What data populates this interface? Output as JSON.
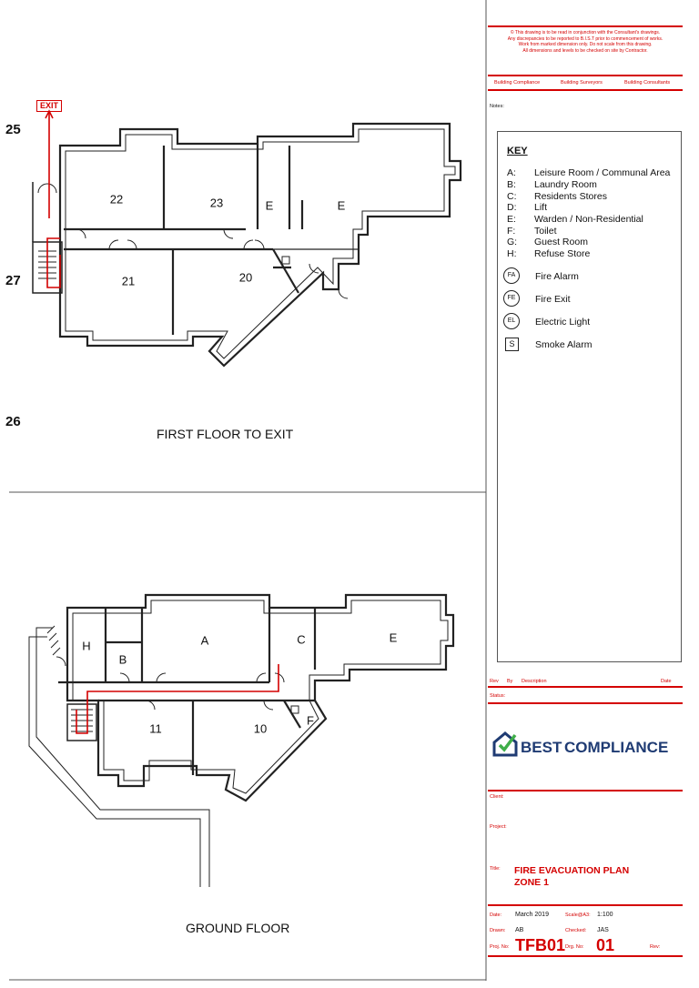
{
  "first_floor": {
    "title": "FIRST FLOOR TO EXIT",
    "exit_sign": "EXIT",
    "rooms": [
      "22",
      "23",
      "E",
      "E",
      "21",
      "20"
    ],
    "edge_labels": [
      "25",
      "27",
      "26"
    ]
  },
  "ground_floor": {
    "title": "GROUND FLOOR",
    "rooms": [
      "H",
      "B",
      "A",
      "C",
      "E",
      "11",
      "10",
      "F"
    ]
  },
  "title_block": {
    "notice_lines": [
      "© This drawing is to be read in conjunction with the Consultant's drawings.",
      "Any discrepancies to be reported to B.I.S.T prior to commencement of works.",
      "Work from marked dimension only. Do not scale from this drawing.",
      "All dimensions and levels to be checked on site by Contractor."
    ],
    "header_items": [
      "Building Compliance",
      "Building Surveyors",
      "Building Consultants"
    ],
    "notes_label": "Notes:",
    "key": {
      "title": "KEY",
      "items": [
        {
          "code": "A:",
          "label": "Leisure Room / Communal Area"
        },
        {
          "code": "B:",
          "label": "Laundry Room"
        },
        {
          "code": "C:",
          "label": "Residents Stores"
        },
        {
          "code": "D:",
          "label": "Lift"
        },
        {
          "code": "E:",
          "label": "Warden / Non-Residential"
        },
        {
          "code": "F:",
          "label": "Toilet"
        },
        {
          "code": "G:",
          "label": "Guest Room"
        },
        {
          "code": "H:",
          "label": "Refuse Store"
        }
      ],
      "symbols": [
        {
          "symbol": "FA",
          "label": "Fire Alarm"
        },
        {
          "symbol": "FE",
          "label": "Fire Exit"
        },
        {
          "symbol": "EL",
          "label": "Electric Light"
        },
        {
          "symbol": "S",
          "label": "Smoke Alarm"
        }
      ]
    },
    "rev_headers": [
      "Rev",
      "By",
      "Description",
      "Date"
    ],
    "status_label": "Status:",
    "logo": {
      "word1": "BEST",
      "word2": "COMPLIANCE"
    },
    "client_label": "Client:",
    "project_label": "Project:",
    "title_label": "Title:",
    "title_lines": [
      "FIRE EVACUATION PLAN",
      "ZONE 1"
    ],
    "date_label": "Date:",
    "date_value": "March 2019",
    "scale_label": "Scale@A3:",
    "scale_value": "1:100",
    "drawn_label": "Drawn:",
    "drawn_value": "AB",
    "checked_label": "Checked:",
    "checked_value": "JAS",
    "proj_no_label": "Proj. No:",
    "proj_no_value": "TFB01",
    "drg_no_label": "Drg. No:",
    "drg_no_value": "01",
    "rev_label": "Rev:"
  },
  "colors": {
    "accent_red": "#d40000",
    "logo_blue": "#1f3b73",
    "logo_green": "#3fae49"
  }
}
